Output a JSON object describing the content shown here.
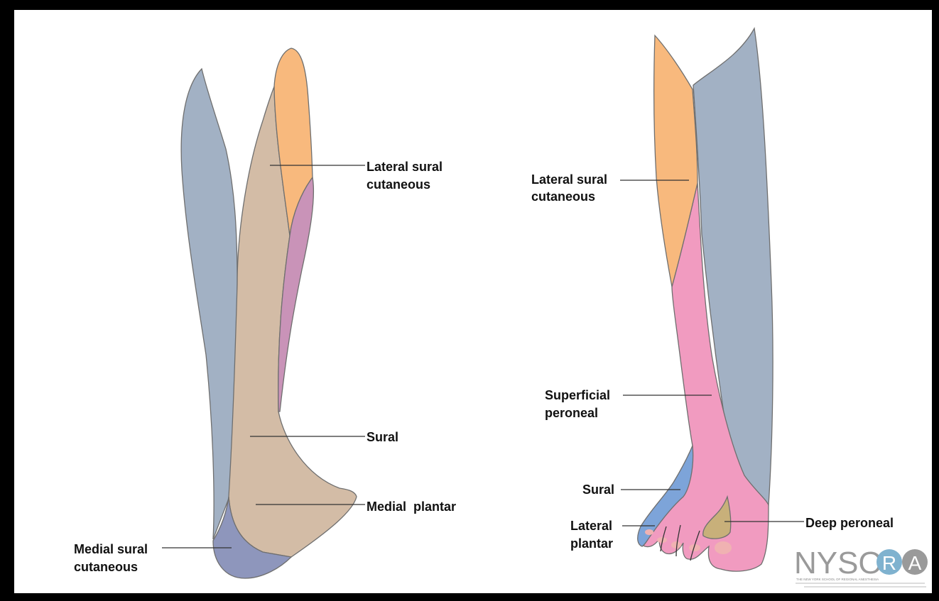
{
  "colors": {
    "medial_sural_cutaneous": "#a2b1c4",
    "lateral_sural_cutaneous": "#f8b97d",
    "sural_posterior": "#d3bca6",
    "superficial_peroneal_strip": "#c993b8",
    "medial_heel": "#8e96bc",
    "superficial_peroneal": "#f19bc0",
    "sural_foot": "#7da4d9",
    "deep_peroneal": "#c8b07a",
    "toenail": "#f0b2b2",
    "logo_grey": "#9a9a9a",
    "logo_blue": "#7fb2cf"
  },
  "left_view": {
    "labels": {
      "lateral_sural": [
        "Lateral sural",
        "cutaneous"
      ],
      "sural": "Sural",
      "medial_plantar": "Medial  plantar",
      "medial_sural": [
        "Medial sural",
        "cutaneous"
      ]
    }
  },
  "right_view": {
    "labels": {
      "lateral_sural": [
        "Lateral sural",
        "cutaneous"
      ],
      "superficial_peroneal": [
        "Superficial",
        "peroneal"
      ],
      "sural": "Sural",
      "lateral_plantar": [
        "Lateral",
        "plantar"
      ],
      "deep_peroneal": "Deep peroneal"
    }
  },
  "logo": {
    "text_main": "NYSO",
    "text_badge_r": "R",
    "text_badge_a": "A",
    "tagline": "THE NEW YORK SCHOOL OF REGIONAL ANESTHESIA"
  }
}
